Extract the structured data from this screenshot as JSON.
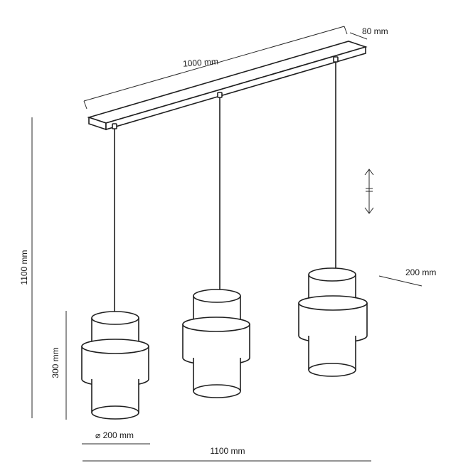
{
  "dimensions": {
    "canopy_length": "1000 mm",
    "canopy_depth": "80 mm",
    "total_height": "1100 mm",
    "shade_height": "300 mm",
    "shade_diameter": "⌀ 200 mm",
    "total_width": "1100 mm",
    "outer_ring_diameter": "200 mm"
  },
  "icons": {
    "adjustable_height": "adjustable-height-arrows-icon"
  }
}
